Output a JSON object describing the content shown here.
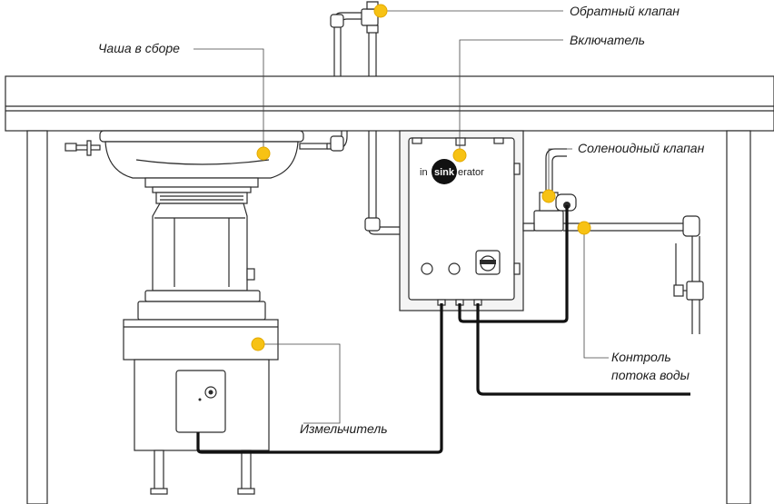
{
  "labels": {
    "check_valve": "Обратный клапан",
    "switch": "Включатель",
    "bowl": "Чаша в сборе",
    "solenoid": "Соленоидный клапан",
    "flow_control_1": "Контроль",
    "flow_control_2": "потока воды",
    "grinder": "Измельчитель"
  },
  "brand": {
    "pre": "in",
    "mid": "sink",
    "post": "erator"
  },
  "colors": {
    "marker": "#f7c214",
    "line": "#2b2b2b",
    "cable": "#111111"
  }
}
